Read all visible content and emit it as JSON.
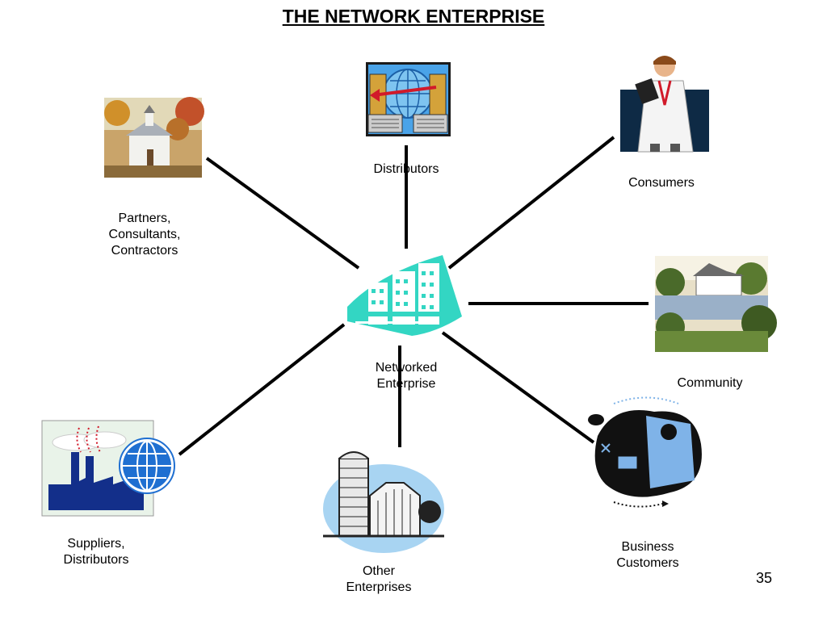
{
  "slide": {
    "title": "THE NETWORK ENTERPRISE",
    "page_number": "35"
  },
  "nodes": {
    "center": [
      "Networked",
      "Enterprise"
    ],
    "distributors": [
      "Distributors"
    ],
    "consumers": [
      "Consumers"
    ],
    "partners": [
      "Partners,",
      "Consultants,",
      "Contractors"
    ],
    "community": [
      "Community"
    ],
    "suppliers": [
      "Suppliers,",
      "Distributors"
    ],
    "other": [
      "Other",
      "Enterprises"
    ],
    "business": [
      "Business",
      "Customers"
    ]
  },
  "colors": {
    "line": "#000000",
    "enterprise": "#33d6c3",
    "globe": "#1f6fd1",
    "factory": "#132f8a",
    "business_blue": "#7fb3e8"
  }
}
